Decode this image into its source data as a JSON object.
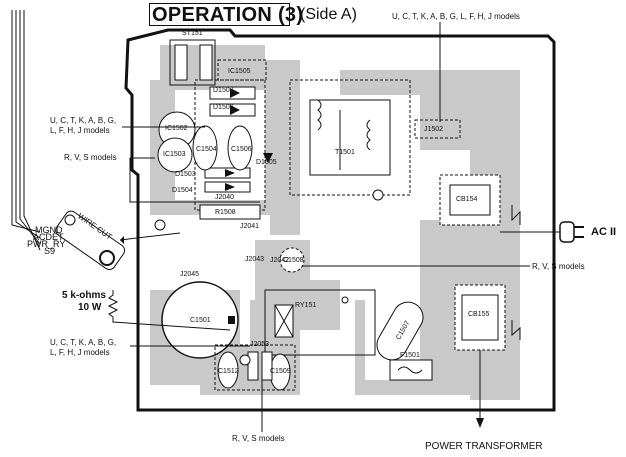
{
  "header": {
    "title": "OPERATION (3)",
    "side": "(Side A)"
  },
  "labels": {
    "models_top_right": "U, C, T, K, A, B, G, L, F, H, J models",
    "models_left_1_line1": "U, C, T, K, A, B, G,",
    "models_left_1_line2": "L, F, H, J models",
    "rvs_left": "R, V, S models",
    "rvs_right": "R, V, S models",
    "rvs_bottom": "R, V, S models",
    "models_left_2_line1": "U, C, T, K, A, B, G,",
    "models_left_2_line2": "L, F, H, J models",
    "resistor_1": "5 k-ohms",
    "resistor_2": "10 W",
    "ac": "AC II",
    "power_transformer": "POWER TRANSFORMER",
    "wire_cut": "WIRE CUT"
  },
  "pins": [
    "MGND",
    "ACDET",
    "PWR_RY",
    "S9"
  ],
  "components": {
    "st151": "ST151",
    "ic1505": "IC1505",
    "d1507": "D1507",
    "d1506": "D1506",
    "ic1502": "IC1502",
    "ic1503": "IC1503",
    "c1504": "C1504",
    "c1506": "C1506",
    "d1505": "D1505",
    "d1503": "D1503",
    "d1504": "D1504",
    "j2040": "J2040",
    "r1508": "R1508",
    "t1501": "T1501",
    "j1502": "J1502",
    "cb154": "CB154",
    "j2041": "J2041",
    "j2045": "J2045",
    "j2043": "J2043",
    "j2042": "J2042",
    "c1508": "C1508",
    "c1501": "C1501",
    "ry151": "RY151",
    "c1507": "C1507",
    "cb155": "CB155",
    "f1501": "F1501",
    "c1509": "C1509",
    "c1512": "C1512",
    "j2053": "J2053"
  }
}
